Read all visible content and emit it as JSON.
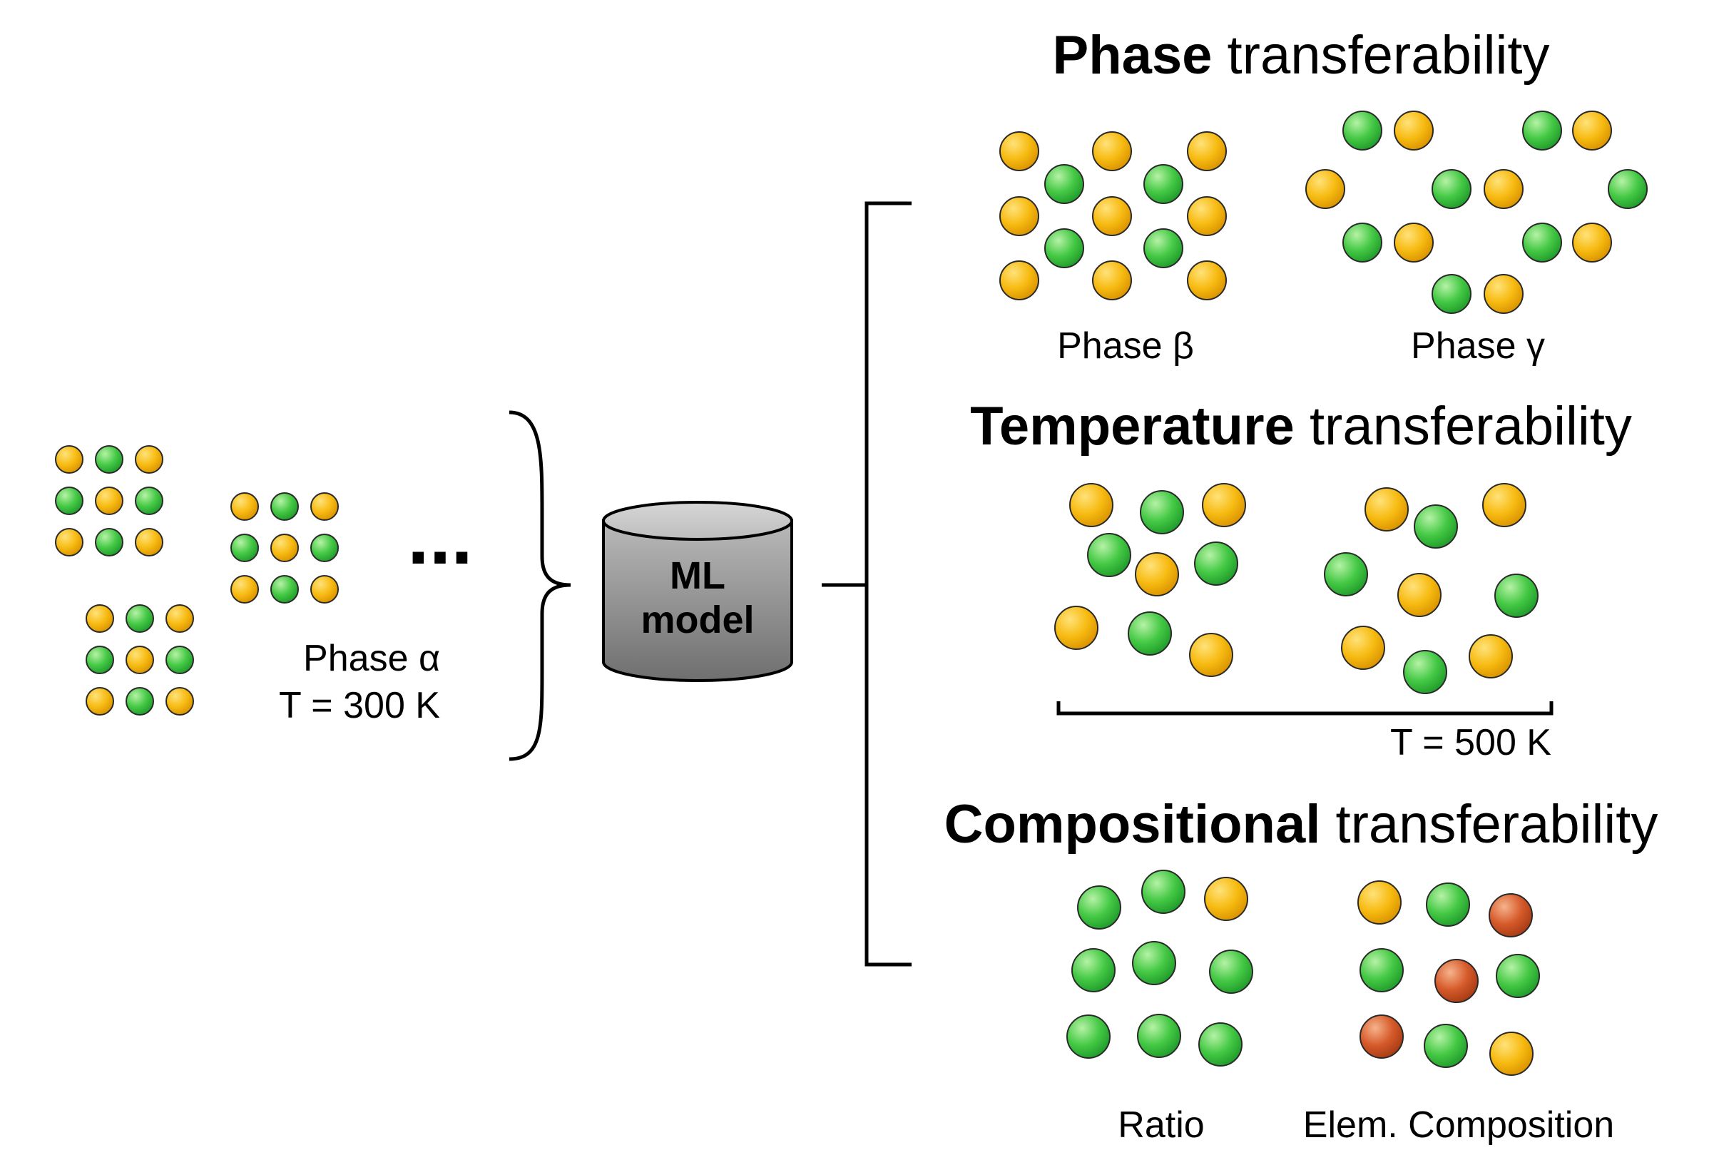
{
  "legend_colors": {
    "yellow": "#f5b80a",
    "green": "#3fc43f",
    "red": "#d2572a"
  },
  "training": {
    "ellipsis": "...",
    "phase_label": "Phase α",
    "temperature_label": "T = 300 K"
  },
  "model": {
    "line1": "ML",
    "line2": "model"
  },
  "phase_section": {
    "heading_bold": "Phase",
    "heading_rest": " transferability",
    "beta_label": "Phase β",
    "gamma_label": "Phase γ"
  },
  "temperature_section": {
    "heading_bold": "Temperature",
    "heading_rest": " transferability",
    "temperature_label": "T = 500 K"
  },
  "composition_section": {
    "heading_bold": "Compositional",
    "heading_rest": " transferability",
    "ratio_label": "Ratio",
    "elem_label": "Elem. Composition"
  }
}
